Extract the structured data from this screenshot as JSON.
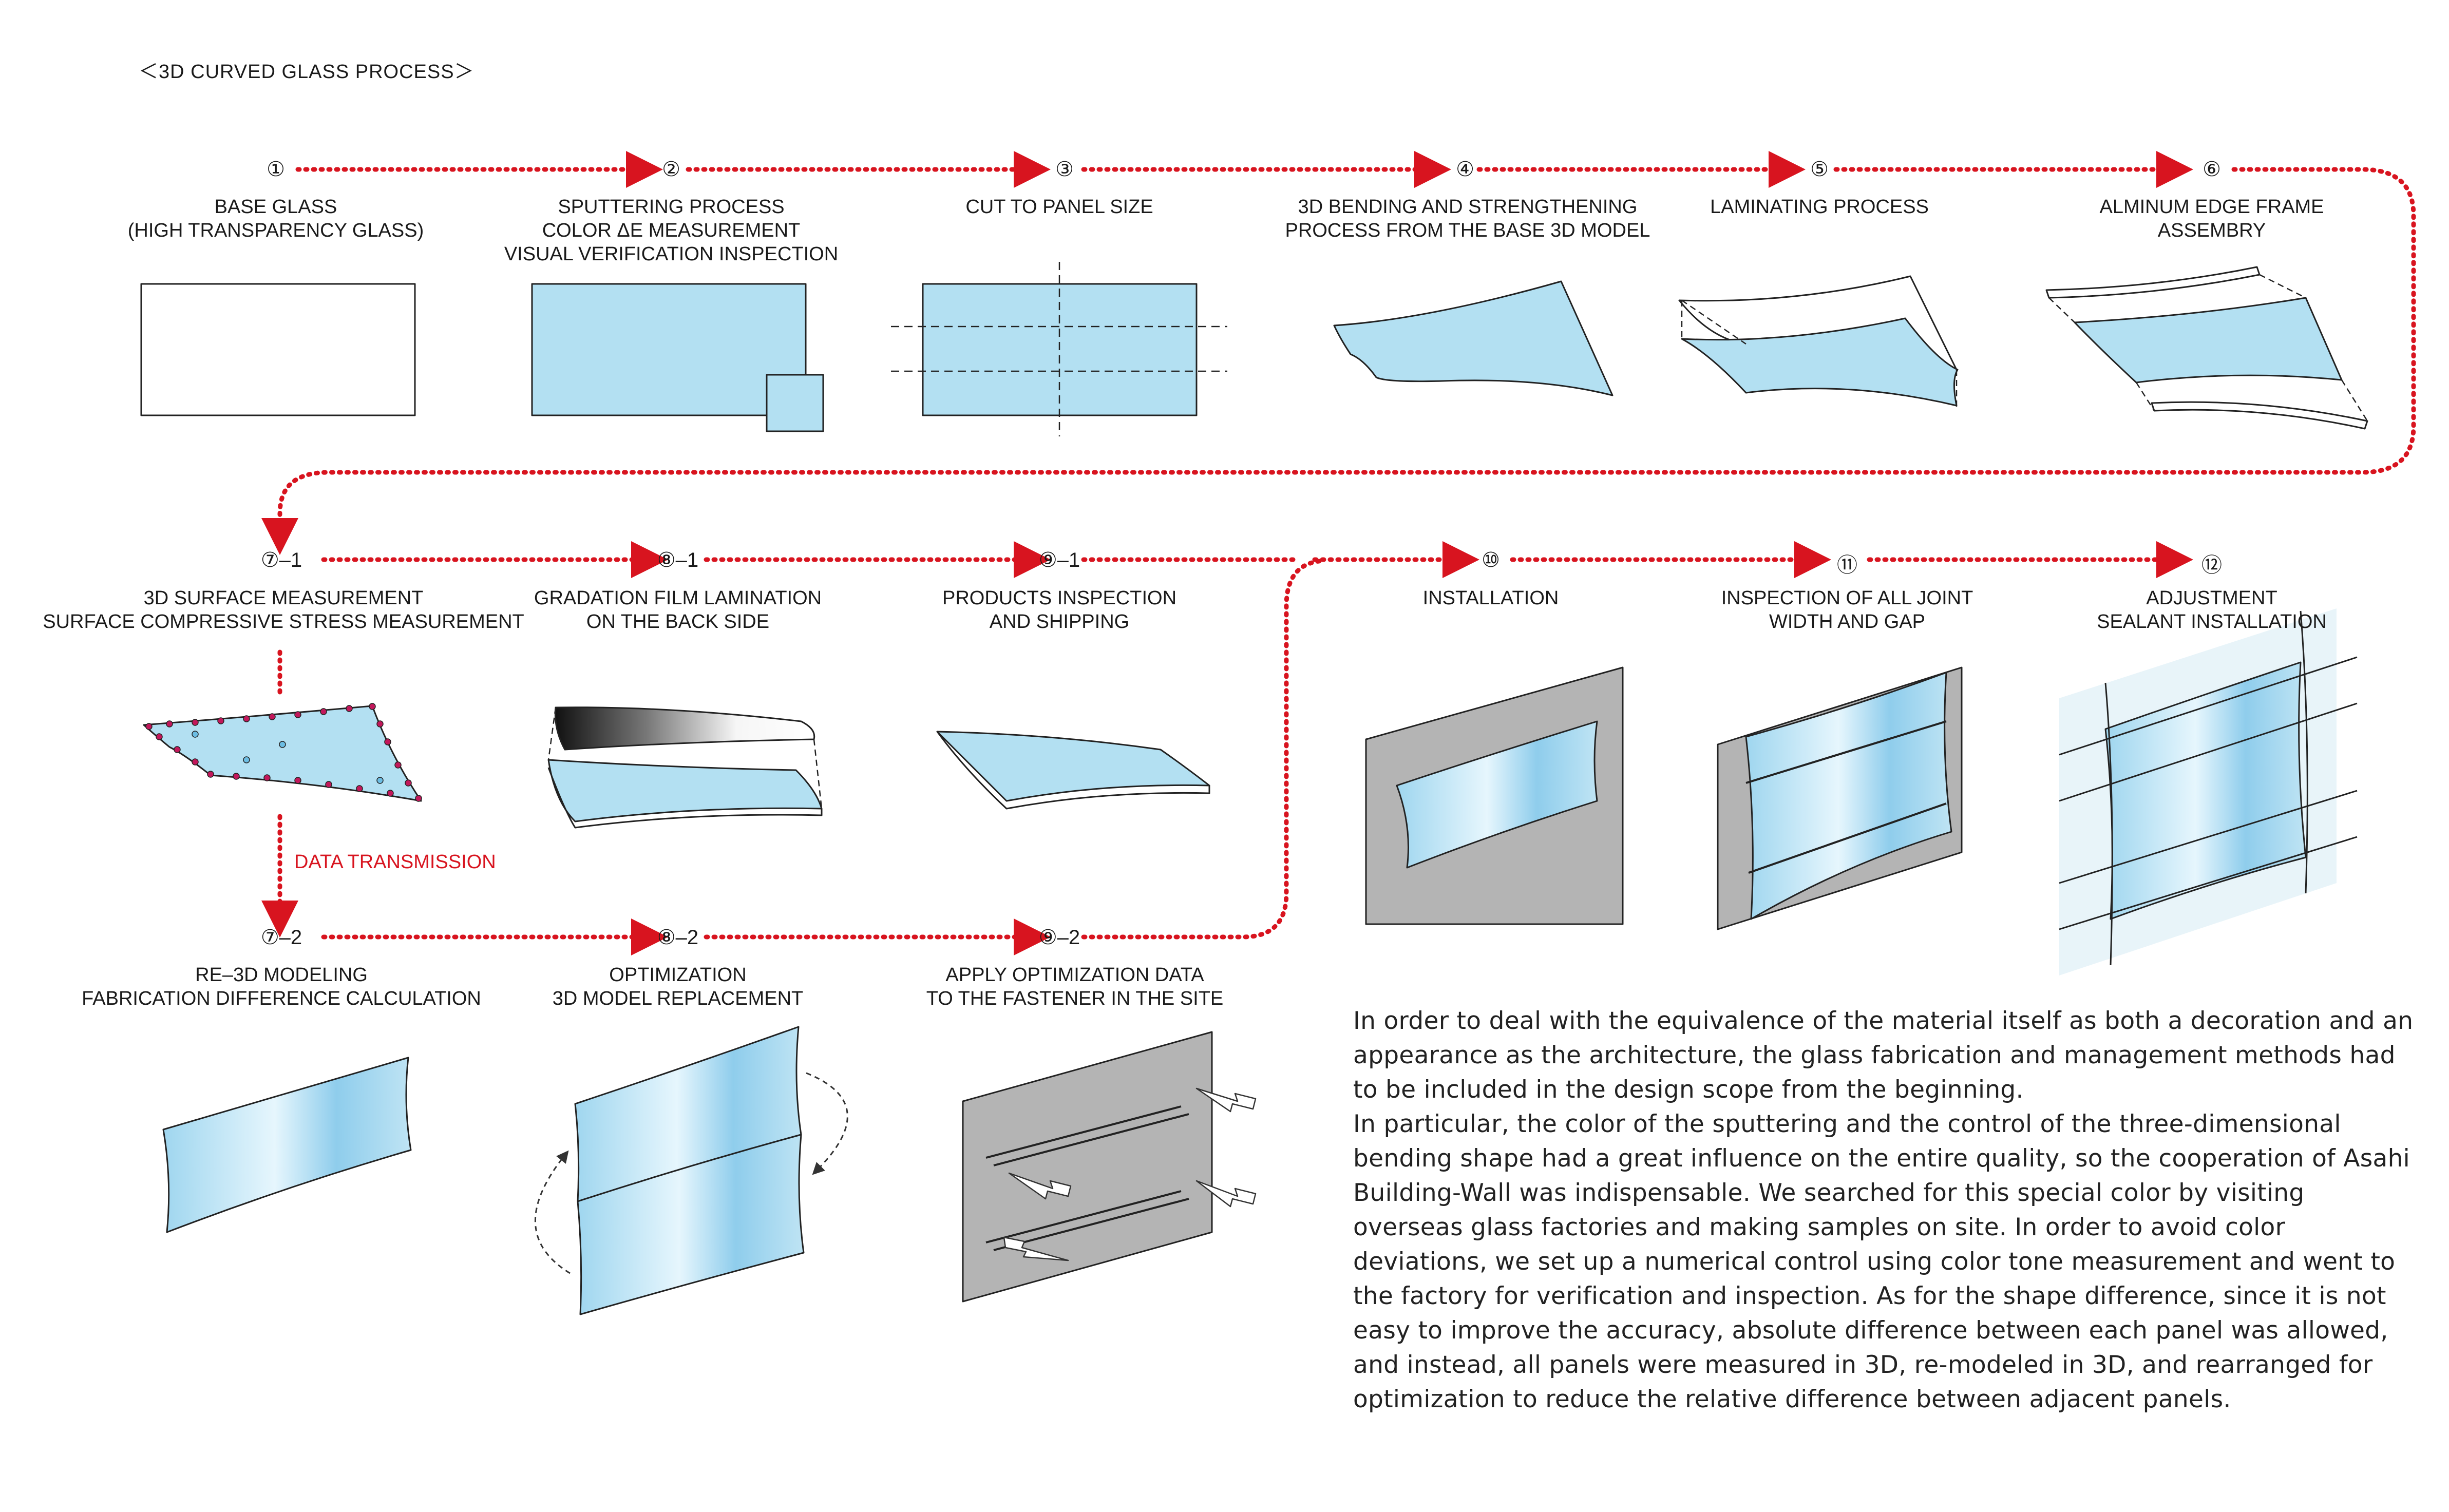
{
  "title": "＜3D CURVED GLASS PROCESS＞",
  "colors": {
    "accent_red": "#d8141f",
    "glass_blue": "#b3e0f2",
    "glass_blue_dark": "#6cbde3",
    "wall_gray": "#b4b4b4",
    "outline": "#222222"
  },
  "steps": [
    {
      "num": "①",
      "lines": [
        "BASE GLASS",
        "(HIGH TRANSPARENCY GLASS)"
      ]
    },
    {
      "num": "②",
      "lines": [
        "SPUTTERING PROCESS",
        "COLOR ΔE MEASUREMENT",
        "VISUAL VERIFICATION INSPECTION"
      ]
    },
    {
      "num": "③",
      "lines": [
        "CUT TO PANEL SIZE"
      ]
    },
    {
      "num": "④",
      "lines": [
        "3D BENDING AND STRENGTHENING",
        "PROCESS FROM THE BASE 3D MODEL"
      ]
    },
    {
      "num": "⑤",
      "lines": [
        "LAMINATING PROCESS"
      ]
    },
    {
      "num": "⑥",
      "lines": [
        "ALMINUM EDGE FRAME",
        "ASSEMBRY"
      ]
    },
    {
      "num": "⑦–1",
      "lines": [
        "3D SURFACE MEASUREMENT",
        "SURFACE COMPRESSIVE STRESS MEASUREMENT"
      ]
    },
    {
      "num": "⑧–1",
      "lines": [
        "GRADATION FILM LAMINATION",
        "ON THE BACK SIDE"
      ]
    },
    {
      "num": "⑨–1",
      "lines": [
        "PRODUCTS INSPECTION",
        "AND SHIPPING"
      ]
    },
    {
      "num": "⑩",
      "lines": [
        "INSTALLATION"
      ]
    },
    {
      "num": "⑪",
      "lines": [
        "INSPECTION OF ALL JOINT",
        "WIDTH AND GAP"
      ]
    },
    {
      "num": "⑫",
      "lines": [
        "ADJUSTMENT",
        "SEALANT INSTALLATION"
      ]
    },
    {
      "num": "⑦–2",
      "lines": [
        "RE–3D MODELING",
        "FABRICATION DIFFERENCE CALCULATION"
      ]
    },
    {
      "num": "⑧–2",
      "lines": [
        "OPTIMIZATION",
        "3D MODEL REPLACEMENT"
      ]
    },
    {
      "num": "⑨–2",
      "lines": [
        "APPLY OPTIMIZATION DATA",
        "TO THE FASTENER IN THE SITE"
      ]
    }
  ],
  "data_transmission": "DATA TRANSMISSION",
  "description": [
    "In order to deal with the equivalence of the material itself as both a decoration and an appearance as the architecture, the glass fabrication and management methods had to be included in the design scope from the beginning.",
    "In particular, the color of the sputtering and the control of the three-dimensional bending shape had a great influence on the entire quality, so the cooperation of Asahi Building-Wall was indispensable. We searched for this special color by visiting overseas glass factories and making samples on site. In order to avoid color deviations, we set up a numerical control using color tone measurement and went to the factory for verification and inspection. As for the shape difference, since it is not easy to improve the accuracy, absolute difference between each panel was allowed, and instead, all panels were measured in 3D, re-modeled in 3D, and rearranged for optimization to reduce the relative difference between adjacent panels."
  ]
}
